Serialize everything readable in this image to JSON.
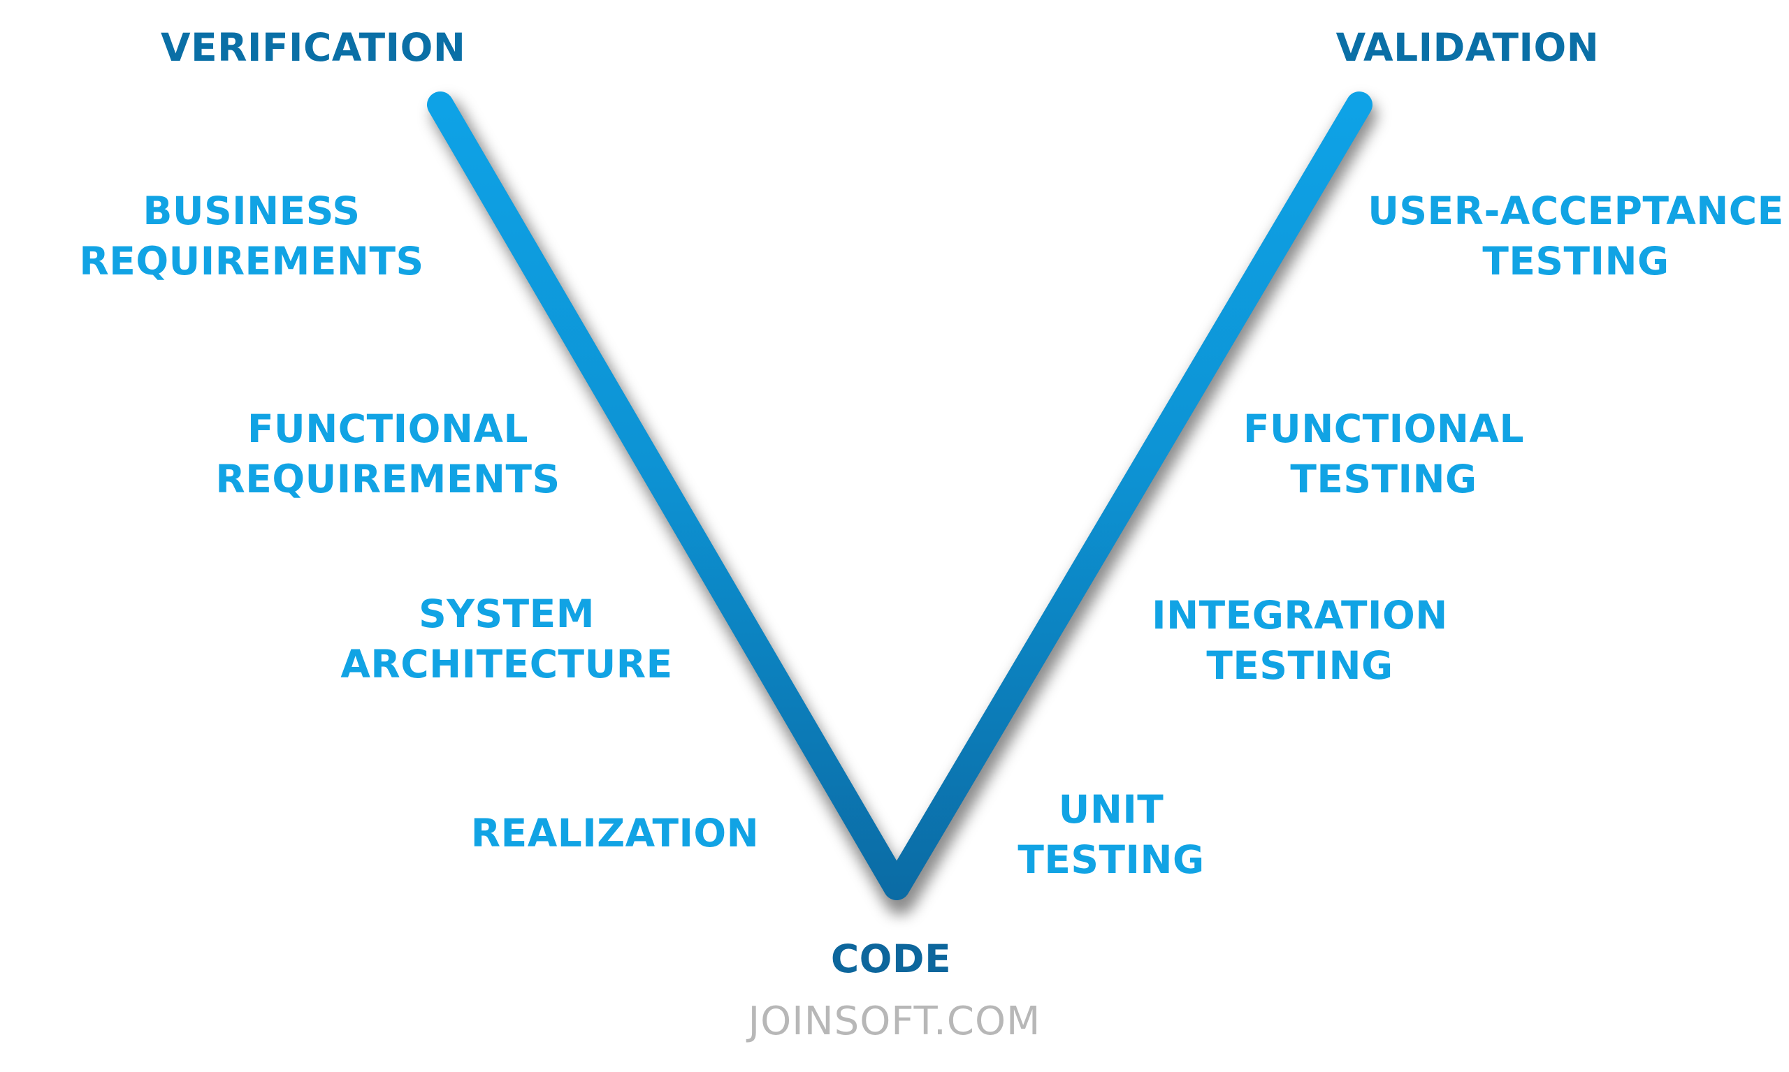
{
  "headers": {
    "left": "VERIFICATION",
    "right": "VALIDATION",
    "bottom": "CODE"
  },
  "left_stages": [
    {
      "line1": "BUSINESS",
      "line2": "REQUIREMENTS"
    },
    {
      "line1": "FUNCTIONAL",
      "line2": "REQUIREMENTS"
    },
    {
      "line1": "SYSTEM",
      "line2": "ARCHITECTURE"
    },
    {
      "line1": "REALIZATION",
      "line2": ""
    }
  ],
  "right_stages": [
    {
      "line1": "USER-ACCEPTANCE",
      "line2": "TESTING"
    },
    {
      "line1": "FUNCTIONAL",
      "line2": "TESTING"
    },
    {
      "line1": "INTEGRATION",
      "line2": "TESTING"
    },
    {
      "line1": "UNIT",
      "line2": "TESTING"
    }
  ],
  "watermark": "JOINSOFT.COM",
  "colors": {
    "header": "#0a6fa6",
    "stage": "#11a3e4",
    "v_top": "#0ea2e6",
    "v_bottom": "#0b6ba4",
    "watermark": "#b7b7b7"
  }
}
